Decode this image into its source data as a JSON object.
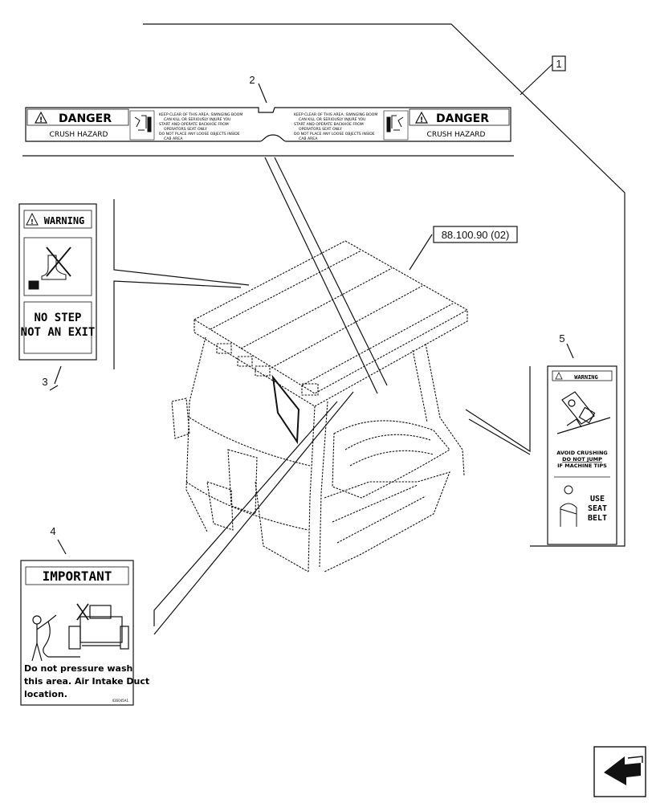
{
  "callouts": {
    "item1": "1",
    "item2": "2",
    "item3": "3",
    "item4": "4",
    "item5": "5",
    "reference": "88.100.90 (02)"
  },
  "decal_danger": {
    "signal_word": "DANGER",
    "hazard": "CRUSH HAZARD",
    "text_lines": [
      "KEEP CLEAR OF THIS AREA. SWINGING BOOM",
      "CAN KILL OR SERIOUSLY INJURE YOU",
      "START AND OPERATE BACKHOE FROM",
      "OPERATORS SEAT ONLY",
      "DO NOT PLACE ANY LOOSE OBJECTS INSIDE",
      "CAB AREA"
    ]
  },
  "decal_no_step": {
    "signal_word": "WARNING",
    "message_line1": "NO STEP",
    "message_line2": "NOT AN EXIT"
  },
  "decal_important": {
    "signal_word": "IMPORTANT",
    "message_line1": "Do not pressure wash",
    "message_line2": "this area. Air Intake Duct",
    "message_line3": "location.",
    "part_code": "416045A1"
  },
  "decal_warning_tips": {
    "signal_word": "WARNING",
    "message_line1": "AVOID CRUSHING",
    "message_line2": "DO NOT JUMP",
    "message_line3": "IF MACHINE TIPS",
    "belt_line1": "USE",
    "belt_line2": "SEAT",
    "belt_line3": "BELT"
  },
  "nav": {
    "icon": "arrow-left-icon"
  }
}
